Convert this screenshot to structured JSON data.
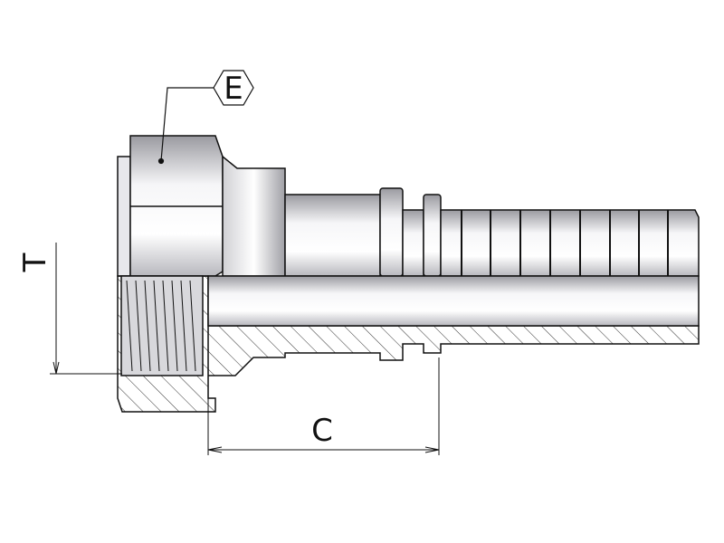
{
  "drawing": {
    "callout_hex_label": "E",
    "dimension_vertical_label": "T",
    "dimension_horizontal_label": "C"
  },
  "colors": {
    "line": "#111111",
    "metal_light": "#f4f4f6",
    "metal_mid": "#c8c8cc",
    "metal_dark": "#8a8a90"
  }
}
